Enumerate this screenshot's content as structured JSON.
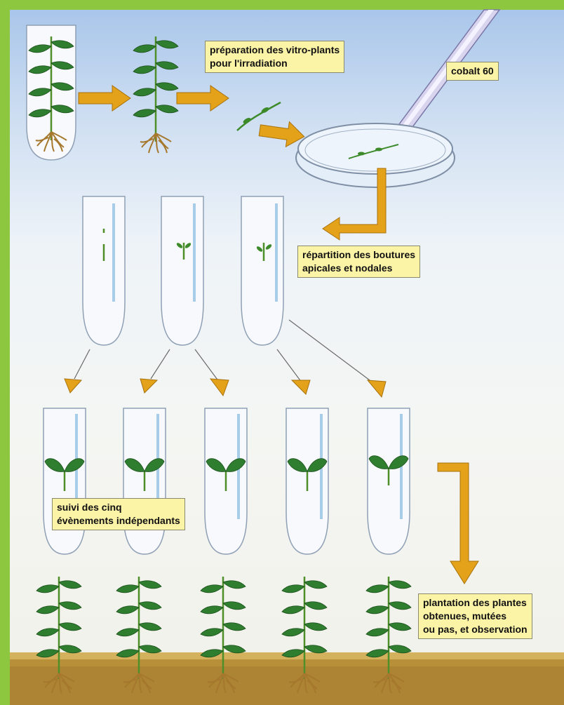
{
  "labels": {
    "prep_line1": "préparation des vitro-plants",
    "prep_line2": "pour l'irradiation",
    "cobalt": "cobalt 60",
    "repartition_line1": "répartition des boutures",
    "repartition_line2": "apicales et nodales",
    "suivi_line1": "suivi des cinq",
    "suivi_line2": "évènements indépendants",
    "plantation_line1": "plantation des plantes",
    "plantation_line2": "obtenues, mutées",
    "plantation_line3": "ou pas, et observation"
  },
  "colors": {
    "frame": "#8dc63f",
    "label_bg": "#fbf3a6",
    "arrow": "#e3a21a",
    "leaf": "#2d7a2d",
    "soil": "#b8903a"
  }
}
